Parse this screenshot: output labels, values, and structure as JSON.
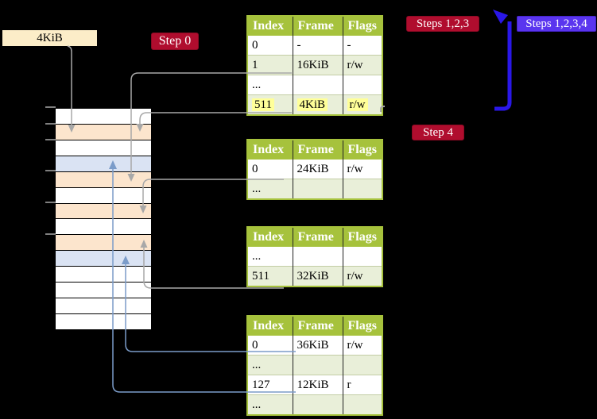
{
  "colors": {
    "background": "#000000",
    "headerGreen": "#a6c23c",
    "rowGreen": "#e9efd9",
    "rowLine": "#c3cda5",
    "colLine": "#222222",
    "cellOrange": "#fce5cd",
    "cellBlue": "#dae3f3",
    "boxBeige": "#fcedc8",
    "crimson": "#b00d2e",
    "violet": "#5a35ef",
    "arrowBlue": "#2a17e8",
    "arrowSteel": "#7b9cc9",
    "arrowGray": "#a8a8a8",
    "highlightYellow": "#ffff99",
    "tickGray": "#7f7f7f"
  },
  "page_size_box": {
    "label": "4KiB"
  },
  "labels": {
    "step0": "Step 0",
    "steps123": "Steps 1,2,3",
    "steps1234": "Steps 1,2,3,4",
    "step4": "Step 4"
  },
  "memory_stack": {
    "cells": [
      "white",
      "orange",
      "white",
      "blue",
      "orange",
      "white",
      "orange",
      "white",
      "orange",
      "blue",
      "white",
      "white",
      "white",
      "white"
    ]
  },
  "tables": [
    {
      "name": "page-table-1",
      "headers": [
        "Index",
        "Frame",
        "Flags"
      ],
      "rows": [
        {
          "cells": [
            "0",
            "-",
            "-"
          ],
          "highlight": false
        },
        {
          "cells": [
            "1",
            "16KiB",
            "r/w"
          ],
          "highlight": false
        },
        {
          "cells": [
            "...",
            "",
            ""
          ],
          "highlight": false
        },
        {
          "cells": [
            "511",
            "4KiB",
            "r/w"
          ],
          "highlight": true
        }
      ]
    },
    {
      "name": "page-table-2",
      "headers": [
        "Index",
        "Frame",
        "Flags"
      ],
      "rows": [
        {
          "cells": [
            "0",
            "24KiB",
            "r/w"
          ],
          "highlight": false
        },
        {
          "cells": [
            "...",
            "",
            ""
          ],
          "highlight": false
        }
      ]
    },
    {
      "name": "page-table-3",
      "headers": [
        "Index",
        "Frame",
        "Flags"
      ],
      "rows": [
        {
          "cells": [
            "...",
            "",
            ""
          ],
          "highlight": false
        },
        {
          "cells": [
            "511",
            "32KiB",
            "r/w"
          ],
          "highlight": false
        }
      ]
    },
    {
      "name": "page-table-4",
      "headers": [
        "Index",
        "Frame",
        "Flags"
      ],
      "rows": [
        {
          "cells": [
            "0",
            "36KiB",
            "r/w"
          ],
          "highlight": false
        },
        {
          "cells": [
            "...",
            "",
            ""
          ],
          "highlight": false
        },
        {
          "cells": [
            "127",
            "12KiB",
            "r"
          ],
          "highlight": false
        },
        {
          "cells": [
            "...",
            "",
            ""
          ],
          "highlight": false
        }
      ]
    }
  ]
}
